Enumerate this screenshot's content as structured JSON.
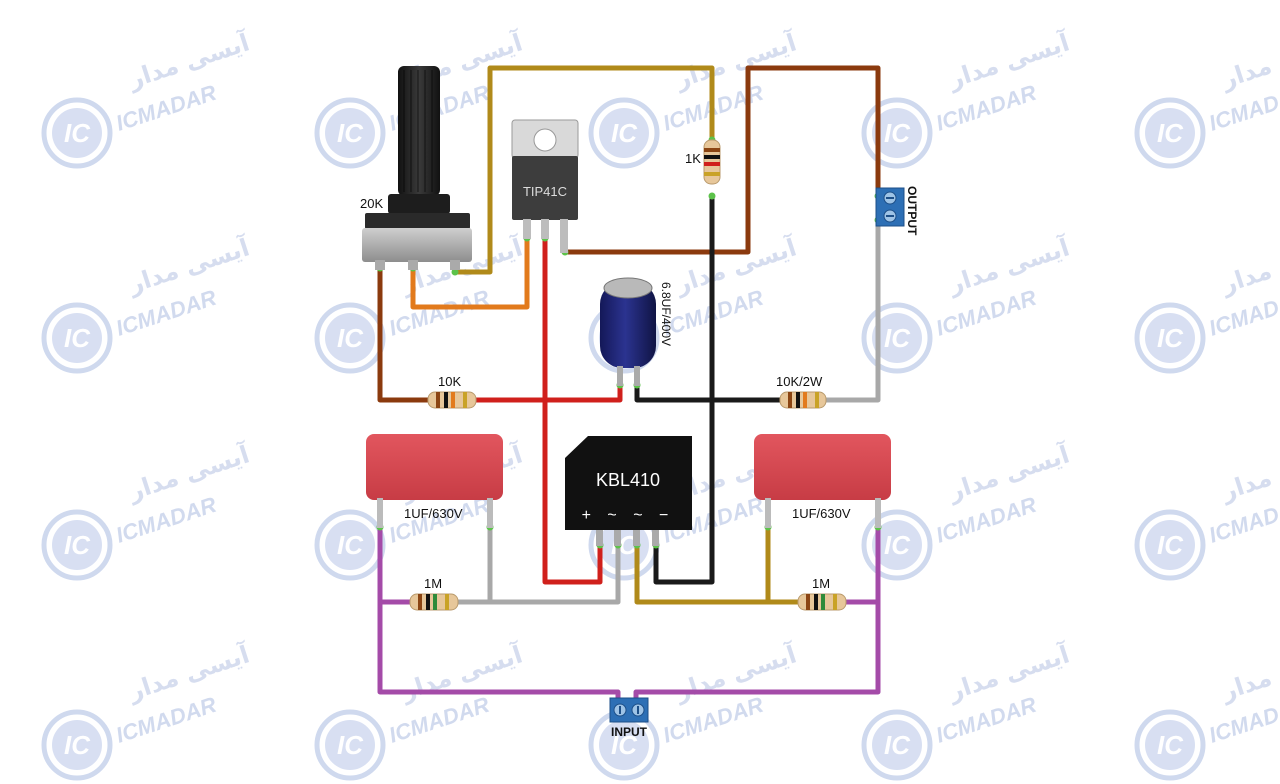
{
  "watermark": {
    "logo_text": "IC",
    "brand_latin": "ICMADAR",
    "brand_persian": "آیسی مدار",
    "color": "#cfd8ee"
  },
  "components": {
    "potentiometer": {
      "label": "20K"
    },
    "transistor": {
      "label": "TIP41C"
    },
    "resistor_top": {
      "label": "1K"
    },
    "output_terminal": {
      "label": "OUTPUT"
    },
    "capacitor_electrolytic": {
      "label": "6.8UF/400V"
    },
    "resistor_left_mid": {
      "label": "10K"
    },
    "resistor_right_mid": {
      "label": "10K/2W"
    },
    "bridge_rectifier": {
      "label": "KBL410",
      "pins": "+ ~ ~ −"
    },
    "capacitor_left": {
      "label": "1UF/630V"
    },
    "capacitor_right": {
      "label": "1UF/630V"
    },
    "resistor_left_bottom": {
      "label": "1M"
    },
    "resistor_right_bottom": {
      "label": "1M"
    },
    "input_terminal": {
      "label": "INPUT"
    }
  },
  "colors": {
    "wire_gold": "#b08a1a",
    "wire_brown": "#8b3a0e",
    "wire_orange": "#e27a1c",
    "wire_red": "#d0201c",
    "wire_black": "#1a1a1a",
    "wire_gray": "#a8a8a8",
    "wire_purple": "#a44ba8",
    "capacitor_film": "#d9464f",
    "capacitor_electrolytic": "#1b1f6e",
    "terminal_blue": "#2d6fb5"
  }
}
